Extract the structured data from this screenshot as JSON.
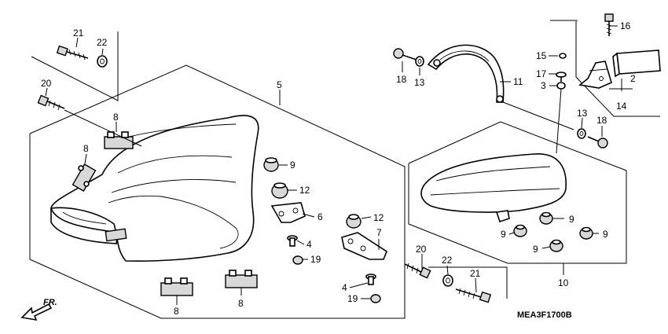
{
  "diagram": {
    "code": "MEA3F1700B",
    "front_label": "FR.",
    "callouts": {
      "c21_top": "21",
      "c22_top": "22",
      "c20_left": "20",
      "c5": "5",
      "c8_a": "8",
      "c8_b": "8",
      "c8_c": "8",
      "c8_d": "8",
      "c9_main": "9",
      "c12_a": "12",
      "c6": "6",
      "c4_a": "4",
      "c19_a": "19",
      "c12_b": "12",
      "c7": "7",
      "c20_right": "20",
      "c4_b": "4",
      "c19_b": "19",
      "c16": "16",
      "c15": "15",
      "c17": "17",
      "c3": "3",
      "c2": "2",
      "c14": "14",
      "c18_a": "18",
      "c13_a": "13",
      "c11": "11",
      "c13_b": "13",
      "c18_b": "18",
      "c9_r1": "9",
      "c9_r2": "9",
      "c9_r3": "9",
      "c9_r4": "9",
      "c22_bottom": "22",
      "c21_bottom": "21",
      "c10": "10"
    }
  }
}
